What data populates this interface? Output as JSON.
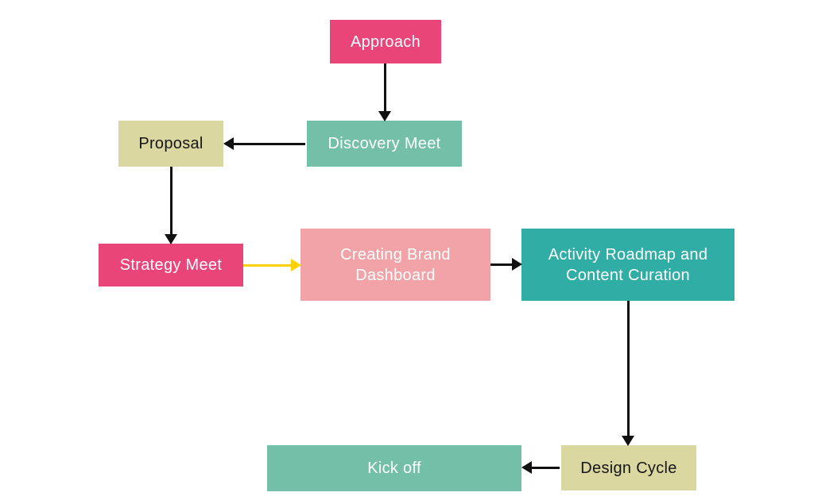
{
  "diagram": {
    "type": "flowchart",
    "background": "#FFFFFF",
    "nodes": {
      "approach": {
        "label": "Approach",
        "fill": "#E94578",
        "text_color": "#FFFFFF"
      },
      "discovery_meet": {
        "label": "Discovery Meet",
        "fill": "#73BFA7",
        "text_color": "#FFFFFF"
      },
      "proposal": {
        "label": "Proposal",
        "fill": "#DBD7A0",
        "text_color": "#161616"
      },
      "strategy_meet": {
        "label": "Strategy Meet",
        "fill": "#E94578",
        "text_color": "#FFFFFF"
      },
      "creating_brand_dashboard": {
        "label": "Creating Brand Dashboard",
        "fill": "#F1A3A7",
        "text_color": "#FFFFFF"
      },
      "activity_roadmap": {
        "label": "Activity Roadmap and Content Curation",
        "fill": "#30AEA5",
        "text_color": "#FFFFFF"
      },
      "design_cycle": {
        "label": "Design Cycle",
        "fill": "#DBD7A0",
        "text_color": "#161616"
      },
      "kick_off": {
        "label": "Kick off",
        "fill": "#73BFA7",
        "text_color": "#FFFFFF"
      }
    },
    "edges": [
      {
        "from": "approach",
        "to": "discovery_meet",
        "direction": "down",
        "color": "#111111"
      },
      {
        "from": "discovery_meet",
        "to": "proposal",
        "direction": "left",
        "color": "#111111"
      },
      {
        "from": "proposal",
        "to": "strategy_meet",
        "direction": "down",
        "color": "#111111"
      },
      {
        "from": "strategy_meet",
        "to": "creating_brand_dashboard",
        "direction": "right",
        "color": "#FFD100"
      },
      {
        "from": "creating_brand_dashboard",
        "to": "activity_roadmap",
        "direction": "right",
        "color": "#111111"
      },
      {
        "from": "activity_roadmap",
        "to": "design_cycle",
        "direction": "down",
        "color": "#111111"
      },
      {
        "from": "design_cycle",
        "to": "kick_off",
        "direction": "left",
        "color": "#111111"
      }
    ],
    "colors": {
      "pink": "#E94578",
      "seafoam": "#73BFA7",
      "khaki": "#DBD7A0",
      "salmon": "#F1A3A7",
      "teal": "#30AEA5",
      "arrow_black": "#111111",
      "arrow_yellow": "#FFD100"
    }
  }
}
